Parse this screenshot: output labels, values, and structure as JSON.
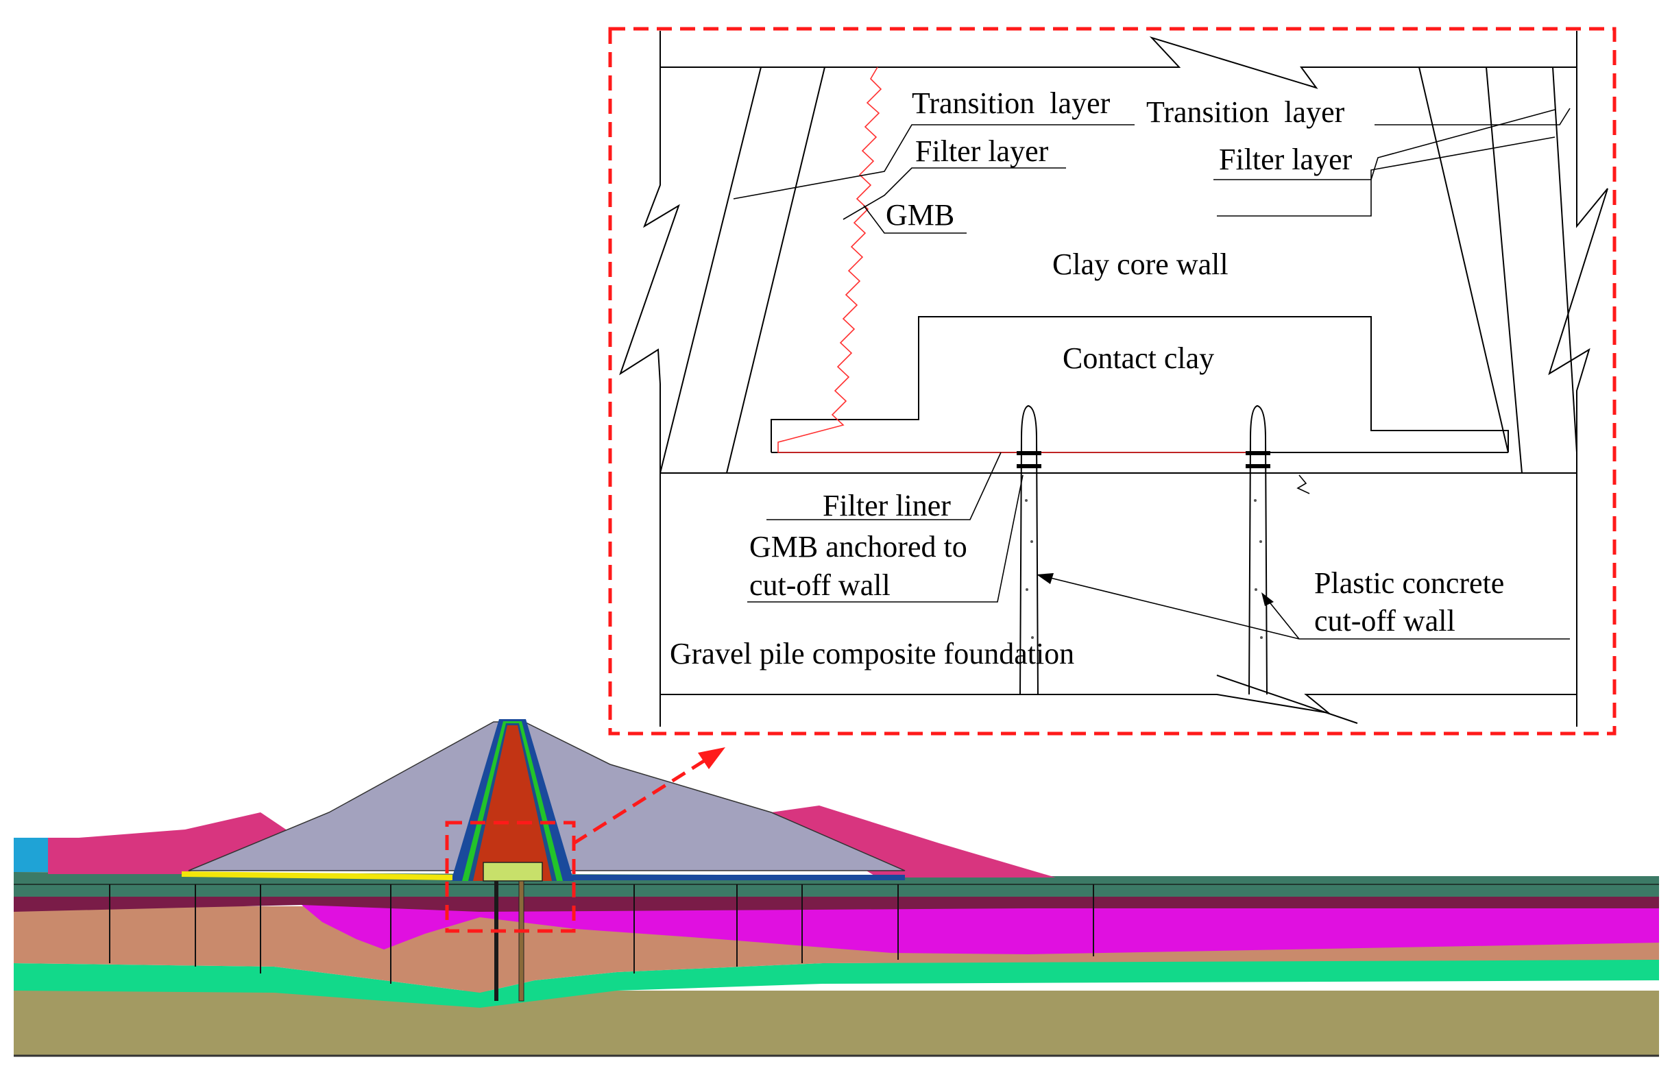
{
  "detail_labels": {
    "transition_left": "Transition  layer",
    "filter_left": "Filter layer",
    "gmb": "GMB",
    "transition_right": "Transition  layer",
    "filter_right": "Filter layer",
    "clay_core": "Clay core wall",
    "contact_clay": "Contact clay",
    "filter_liner": "Filter liner",
    "gmb_anchored_1": "GMB anchored to",
    "gmb_anchored_2": "cut-off wall",
    "plastic_concrete_1": "Plastic concrete",
    "plastic_concrete_2": "cut-off wall",
    "gravel_pile": "Gravel pile composite foundation"
  },
  "colors": {
    "callout_red": "#ff1a1a",
    "gmb_line": "#ff3030",
    "shell": "#a3a2be",
    "berm": "#d8357f",
    "reservoir": "#1fa3d6",
    "core": "#c23414",
    "filter_green": "#22c42a",
    "transition_blue": "#1a4a9c",
    "contact_clay": "#c8e06a",
    "blanket": "#3c7a66",
    "dark_band": "#7a1c48",
    "magenta_layer": "#e010e0",
    "tan_layer": "#c98a6c",
    "green_layer": "#12d98a",
    "base_layer": "#a39a62",
    "yellow_line": "#f2e60a"
  }
}
